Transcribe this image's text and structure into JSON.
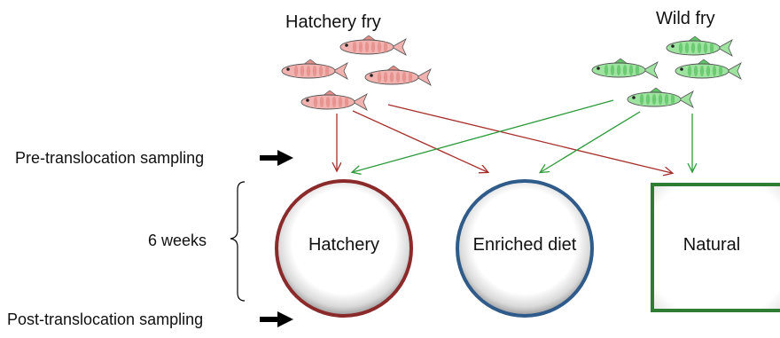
{
  "groups": {
    "hatchery": {
      "label": "Hatchery fry",
      "color": "#f2b3b0",
      "stripe": "#e48c88"
    },
    "wild": {
      "label": "Wild fry",
      "color": "#9ee4a0",
      "stripe": "#5fc466"
    }
  },
  "sampling": {
    "pre": "Pre-translocation sampling",
    "post": "Post-translocation sampling"
  },
  "duration": "6 weeks",
  "treatments": [
    {
      "id": "hatchery",
      "label": "Hatchery",
      "shape": "circle",
      "color": "#8b2a2a"
    },
    {
      "id": "enriched",
      "label": "Enriched diet",
      "shape": "circle",
      "color": "#2f5b8a"
    },
    {
      "id": "natural",
      "label": "Natural",
      "shape": "square",
      "color": "#2e7d32"
    }
  ],
  "arrow_colors": {
    "hatchery": "#a52f2a",
    "wild": "#2e9a3a"
  }
}
